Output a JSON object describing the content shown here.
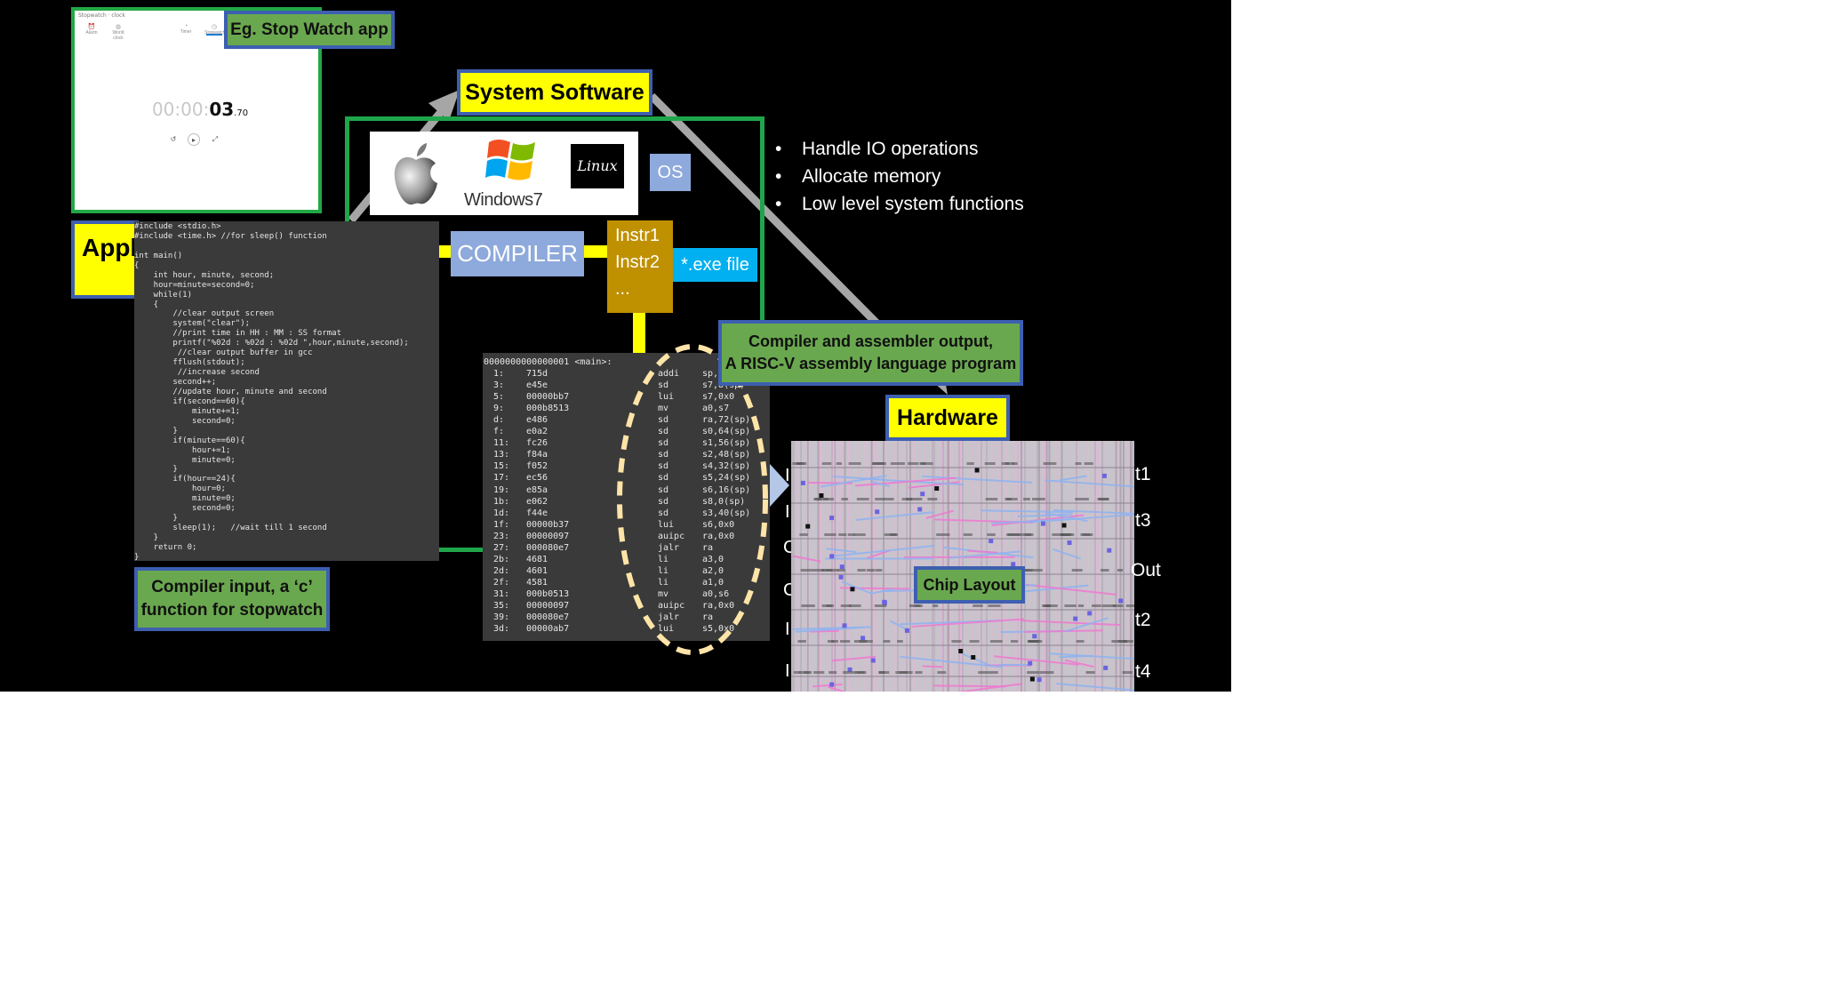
{
  "stopwatch_app": {
    "title_bar": "Stopwatch · clock",
    "tabs": [
      "Alarm",
      "World clock",
      "Timer",
      "Stopwatch"
    ],
    "time_dim": "00:00:",
    "time_seconds": "03",
    "time_fraction": ".70"
  },
  "labels": {
    "example": "Eg. Stop Watch app",
    "system_software": "System Software",
    "application": "Application",
    "hardware": "Hardware",
    "compiler_input_line1": "Compiler input, a ‘c’",
    "compiler_input_line2": "function for stopwatch",
    "assembler_output_line1": "Compiler and assembler output,",
    "assembler_output_line2": "A RISC-V assembly language program",
    "chip_layout": "Chip Layout"
  },
  "os": {
    "windows_text": "Windows7",
    "linux_text": "Linux",
    "badge": "OS"
  },
  "os_functions": [
    "Handle IO operations",
    "Allocate memory",
    "Low level system functions"
  ],
  "compiler": {
    "label": "COMPILER",
    "instructions": [
      "Instr1",
      "Instr2",
      "..."
    ],
    "output_file": "*.exe file"
  },
  "c_source": [
    "#include <stdio.h>",
    "#include <time.h> //for sleep() function",
    "",
    "int main()",
    "{",
    "    int hour, minute, second;",
    "    hour=minute=second=0;",
    "    while(1)",
    "    {",
    "        //clear output screen",
    "        system(\"clear\");",
    "        //print time in HH : MM : SS format",
    "        printf(\"%02d : %02d : %02d \",hour,minute,second);",
    "         //clear output buffer in gcc",
    "        fflush(stdout);",
    "         //increase second",
    "        second++;",
    "        //update hour, minute and second",
    "        if(second==60){",
    "            minute+=1;",
    "            second=0;",
    "        }",
    "        if(minute==60){",
    "            hour+=1;",
    "            minute=0;",
    "        }",
    "        if(hour==24){",
    "            hour=0;",
    "            minute=0;",
    "            second=0;",
    "        }",
    "        sleep(1);   //wait till 1 second",
    "    }",
    "    return 0;",
    "}"
  ],
  "assembly": {
    "header": "0000000000000001 <main>:",
    "rows": [
      {
        "addr": "1:",
        "hex": "715d",
        "op": "addi",
        "args": "sp,sp"
      },
      {
        "addr": "3:",
        "hex": "e45e",
        "op": "sd",
        "args": "s7,8(sp)"
      },
      {
        "addr": "5:",
        "hex": "00000bb7",
        "op": "lui",
        "args": "s7,0x0"
      },
      {
        "addr": "9:",
        "hex": "000b8513",
        "op": "mv",
        "args": "a0,s7"
      },
      {
        "addr": "d:",
        "hex": "e486",
        "op": "sd",
        "args": "ra,72(sp)"
      },
      {
        "addr": "f:",
        "hex": "e0a2",
        "op": "sd",
        "args": "s0,64(sp)"
      },
      {
        "addr": "11:",
        "hex": "fc26",
        "op": "sd",
        "args": "s1,56(sp)"
      },
      {
        "addr": "13:",
        "hex": "f84a",
        "op": "sd",
        "args": "s2,48(sp)"
      },
      {
        "addr": "15:",
        "hex": "f052",
        "op": "sd",
        "args": "s4,32(sp)"
      },
      {
        "addr": "17:",
        "hex": "ec56",
        "op": "sd",
        "args": "s5,24(sp)"
      },
      {
        "addr": "19:",
        "hex": "e85a",
        "op": "sd",
        "args": "s6,16(sp)"
      },
      {
        "addr": "1b:",
        "hex": "e062",
        "op": "sd",
        "args": "s8,0(sp)"
      },
      {
        "addr": "1d:",
        "hex": "f44e",
        "op": "sd",
        "args": "s3,40(sp)"
      },
      {
        "addr": "1f:",
        "hex": "00000b37",
        "op": "lui",
        "args": "s6,0x0"
      },
      {
        "addr": "23:",
        "hex": "00000097",
        "op": "auipc",
        "args": "ra,0x0"
      },
      {
        "addr": "27:",
        "hex": "000080e7",
        "op": "jalr",
        "args": "ra"
      },
      {
        "addr": "2b:",
        "hex": "4681",
        "op": "li",
        "args": "a3,0"
      },
      {
        "addr": "2d:",
        "hex": "4601",
        "op": "li",
        "args": "a2,0"
      },
      {
        "addr": "2f:",
        "hex": "4581",
        "op": "li",
        "args": "a1,0"
      },
      {
        "addr": "31:",
        "hex": "000b0513",
        "op": "mv",
        "args": "a0,s6"
      },
      {
        "addr": "35:",
        "hex": "00000097",
        "op": "auipc",
        "args": "ra,0x0"
      },
      {
        "addr": "39:",
        "hex": "000080e7",
        "op": "jalr",
        "args": "ra"
      },
      {
        "addr": "3d:",
        "hex": "00000ab7",
        "op": "lui",
        "args": "s5,0x0"
      }
    ]
  },
  "chip": {
    "pins_right": [
      "t1",
      "t3",
      "Out",
      "t2",
      "t4"
    ],
    "pins_left": [
      "I",
      "I",
      "C",
      "C",
      "I",
      "I"
    ]
  },
  "colors": {
    "background": "#000000",
    "label_green": "#6aa84f",
    "label_yellow": "#ffff00",
    "label_border": "#3d5fb0",
    "os_frame": "#1fa64a",
    "compiler_box": "#8ea9db",
    "instr_box": "#bf9000",
    "exe_box": "#00b0f0",
    "dashed_ellipse": "#ffe4a8",
    "connector_yellow": "#ffff00",
    "connector_gray": "#a6a6a6"
  }
}
